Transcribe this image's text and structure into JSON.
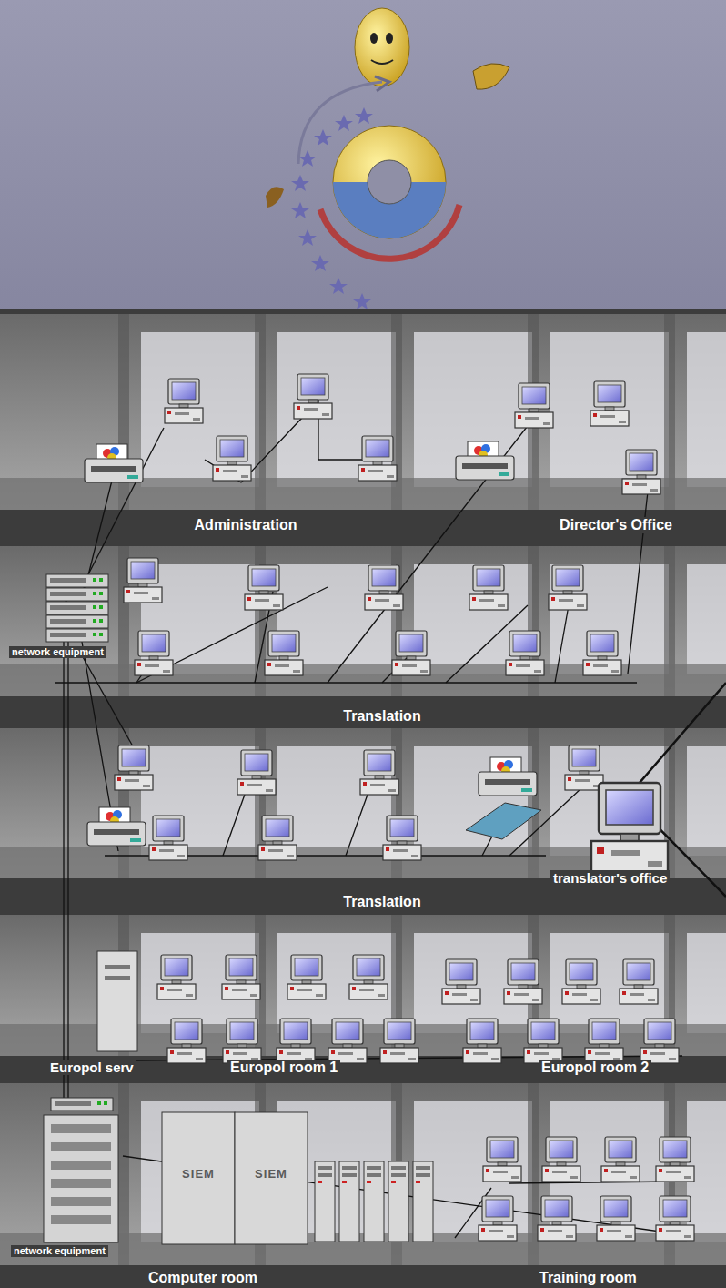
{
  "diagram": {
    "labels": [
      "Administration",
      "Director's Office",
      "network equipment",
      "Translation",
      "translator's office",
      "Translation",
      "SIEM",
      "SIEM",
      "Europol serv",
      "Europol room 1",
      "Europol room 2",
      "network equipment",
      "Computer room",
      "Training room"
    ]
  }
}
